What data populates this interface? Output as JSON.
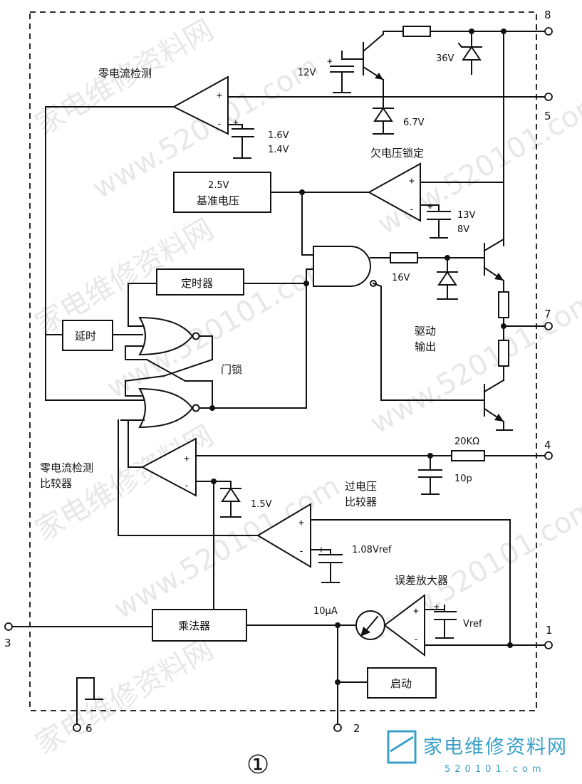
{
  "labels": {
    "zero_current_detect": "零电流检测",
    "v12": "12V",
    "v36": "36V",
    "v67": "6.7V",
    "v16a": "1.6V",
    "v14": "1.4V",
    "uvlo": "欠电压锁定",
    "ref_line1": "2.5V",
    "ref_line2": "基准电压",
    "v13": "13V",
    "v8": "8V",
    "timer": "定时器",
    "v16": "16V",
    "delay": "延时",
    "drive_line1": "驱动",
    "drive_line2": "输出",
    "latch": "门锁",
    "r20k": "20KΩ",
    "zc_comp_line1": "零电流检测",
    "zc_comp_line2": "比较器",
    "c10p": "10p",
    "v15": "1.5V",
    "ov_comp_line1": "过电压",
    "ov_comp_line2": "比较器",
    "vref108": "1.08Vref",
    "err_amp": "误差放大器",
    "vref": "Vref",
    "i10ua": "10μA",
    "multiplier": "乘法器",
    "startup": "启动",
    "figure_no": "①"
  },
  "pins": {
    "p8": "8",
    "p5": "5",
    "p7": "7",
    "p4": "4",
    "p3": "3",
    "p1": "1",
    "p6": "6",
    "p2": "2"
  },
  "watermark": {
    "brand": "家电维修资料网",
    "url": "520101.com"
  }
}
